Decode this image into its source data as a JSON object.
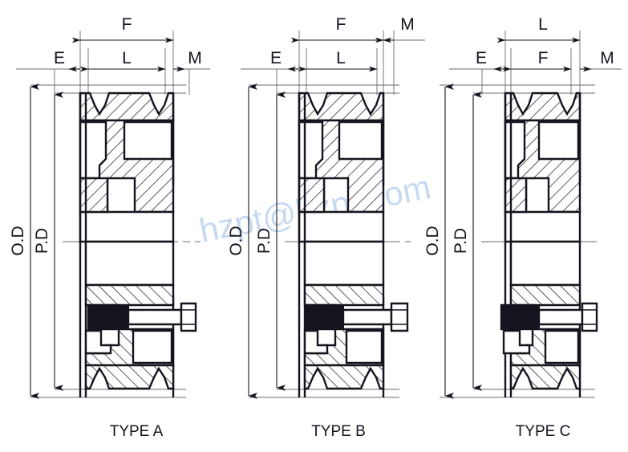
{
  "document": {
    "kind": "engineering-drawing",
    "subject": "V-belt pulley cross-section variants with taper bush",
    "background_color": "#ffffff",
    "line_color": "#14141e",
    "thin_line_color": "#6b6b6b",
    "watermark": {
      "text": "hzpt@hzpt.com",
      "color": "#c5d8ef"
    }
  },
  "views": [
    {
      "id": "type-a",
      "caption": "TYPE A",
      "horizontal_dimensions": {
        "upper_row": [
          "F"
        ],
        "lower_row": [
          "E",
          "L",
          "M"
        ],
        "order_left_to_right": [
          "E",
          "L",
          "M"
        ]
      },
      "vertical_dimensions": [
        "O.D",
        "P.D"
      ],
      "grooves": 2,
      "features": [
        "bolt",
        "taper-bush",
        "hub-recess-front"
      ]
    },
    {
      "id": "type-b",
      "caption": "TYPE B",
      "horizontal_dimensions": {
        "upper_row": [
          "F",
          "M"
        ],
        "lower_row": [
          "E",
          "L"
        ],
        "order_left_to_right": [
          "E",
          "L",
          "M"
        ]
      },
      "vertical_dimensions": [
        "O.D",
        "P.D"
      ],
      "grooves": 2,
      "features": [
        "bolt",
        "taper-bush",
        "flush-hub"
      ]
    },
    {
      "id": "type-c",
      "caption": "TYPE C",
      "horizontal_dimensions": {
        "upper_row": [
          "L"
        ],
        "lower_row": [
          "E",
          "F",
          "M"
        ],
        "order_left_to_right": [
          "E",
          "F",
          "M"
        ]
      },
      "vertical_dimensions": [
        "O.D",
        "P.D"
      ],
      "grooves": 2,
      "features": [
        "bolt",
        "taper-bush",
        "protruding-bush"
      ]
    }
  ],
  "labels": {
    "E": "E",
    "F": "F",
    "L": "L",
    "M": "M",
    "OD": "O.D",
    "PD": "P.D",
    "type_a": "TYPE A",
    "type_b": "TYPE B",
    "type_c": "TYPE C"
  }
}
